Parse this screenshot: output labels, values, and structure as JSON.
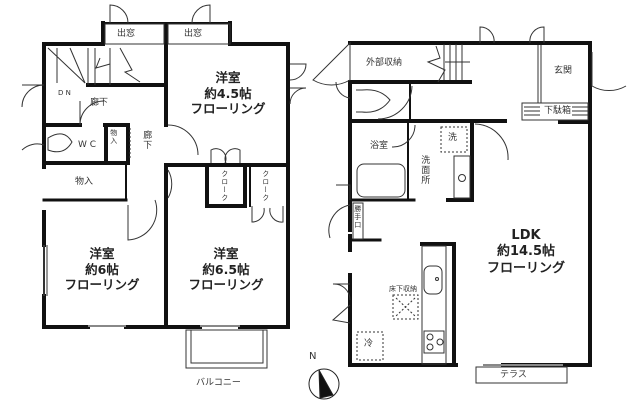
{
  "floor2": {
    "rooms": [
      {
        "id": "western-45",
        "name": "洋室",
        "size": "約4.5帖",
        "floor": "フローリング"
      },
      {
        "id": "western-6",
        "name": "洋室",
        "size": "約6帖",
        "floor": "フローリング"
      },
      {
        "id": "western-65",
        "name": "洋室",
        "size": "約6.5帖",
        "floor": "フローリング"
      }
    ],
    "labels": {
      "bay_window_1": "出窓",
      "bay_window_2": "出窓",
      "down": "D N",
      "hallway_1": "廊下",
      "hallway_2": "廊下",
      "wc": "W C",
      "storage_small": "物入",
      "storage": "物入",
      "closet_1": "クローク",
      "closet_2": "クローク",
      "balcony": "バルコニー"
    }
  },
  "floor1": {
    "ldk": {
      "name": "LDK",
      "size": "約14.5帖",
      "floor": "フローリング"
    },
    "labels": {
      "outdoor_storage": "外部収納",
      "entrance": "玄関",
      "shoe_box": "下駄箱",
      "bathroom": "浴室",
      "washer": "洗",
      "washroom": "洗面所",
      "service_door": "勝手口",
      "underfloor_storage": "床下収納",
      "fridge": "冷",
      "terrace": "テラス"
    }
  },
  "compass": {
    "label": "N"
  }
}
